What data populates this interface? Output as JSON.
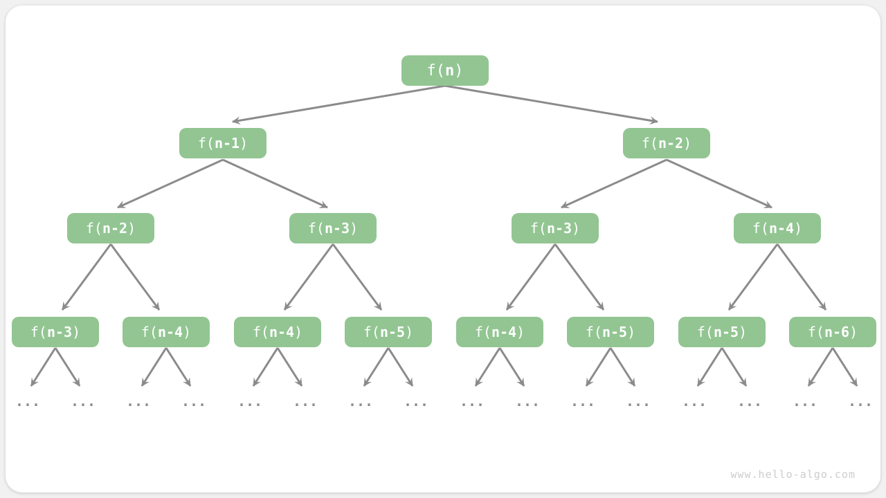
{
  "diagram": {
    "type": "recursion-tree",
    "description": "Recursive call tree of f(n) expanding into f(n-1) and f(n-2) subcalls"
  },
  "colors": {
    "node_fill": "#92c592",
    "node_text": "#ffffff",
    "edge": "#8b8b8b",
    "ellipsis": "#8b8b8b",
    "card_bg": "#ffffff",
    "page_bg": "#f1f1f1",
    "watermark": "#cccccc"
  },
  "tree": {
    "node_prefix": "f(",
    "node_suffix": ")",
    "ellipsis": "...",
    "levels": [
      {
        "nodes": [
          "n"
        ]
      },
      {
        "nodes": [
          "n-1",
          "n-2"
        ]
      },
      {
        "nodes": [
          "n-2",
          "n-3",
          "n-3",
          "n-4"
        ]
      },
      {
        "nodes": [
          "n-3",
          "n-4",
          "n-4",
          "n-5",
          "n-4",
          "n-5",
          "n-5",
          "n-6"
        ]
      }
    ],
    "leaf_ellipsis_count": 16
  },
  "footer": {
    "watermark": "www.hello-algo.com"
  }
}
